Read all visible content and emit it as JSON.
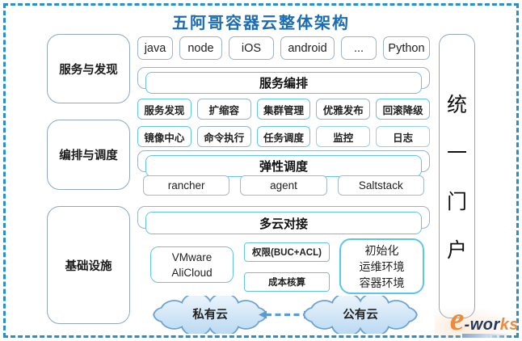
{
  "title": "五阿哥容器云整体架构",
  "colors": {
    "frame_dash": "#2b8fc7",
    "title_blue": "#1c6cb4",
    "border_gray": "#9db3c8",
    "border_blue": "#63c4e9",
    "cloud_fill_top": "#eef6fd",
    "cloud_fill_bottom": "#b9d8f1",
    "cloud_stroke": "#6ba3d6",
    "arrow_blue": "#5b9bd5",
    "logo_orange": "#ee8a3c",
    "logo_navy": "#21395c"
  },
  "left_column": {
    "items": [
      {
        "label": "服务与发现"
      },
      {
        "label": "编排与调度"
      },
      {
        "label": "基础设施"
      }
    ]
  },
  "right_column": {
    "label": "统一门户",
    "chars": [
      "统",
      "一",
      "门",
      "户"
    ]
  },
  "middle": {
    "languages": [
      "java",
      "node",
      "iOS",
      "android",
      "...",
      "Python"
    ],
    "service_orchestration": "服务编排",
    "service_capabilities": [
      "服务发现",
      "扩缩容",
      "集群管理",
      "优雅发布",
      "回滚降级"
    ],
    "ops_capabilities": [
      "镜像中心",
      "命令执行",
      "任务调度",
      "监控",
      "日志"
    ],
    "elastic_scheduling": "弹性调度",
    "scheduler_tools": [
      "rancher",
      "agent",
      "Saltstack"
    ],
    "multi_cloud": "多云对接",
    "virtualization": {
      "line1": "VMware",
      "line2": "AliCloud"
    },
    "permission": "权限(BUC+ACL)",
    "cost_accounting": "成本核算",
    "environment": {
      "line1": "初始化",
      "line2": "运维环境",
      "line3": "容器环境"
    },
    "private_cloud": "私有云",
    "public_cloud": "公有云"
  },
  "logo": {
    "e": "e",
    "wor": "-wor",
    "ks": "ks"
  }
}
